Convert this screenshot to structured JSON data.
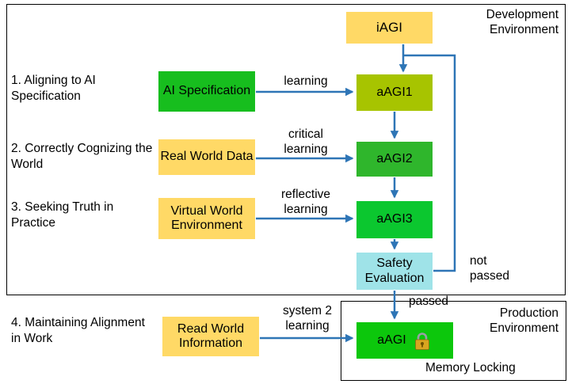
{
  "regions": {
    "development": {
      "label": "Development Environment"
    },
    "production": {
      "label": "Production Environment",
      "memory_locking": "Memory Locking"
    }
  },
  "nodes": {
    "iagi": {
      "label": "iAGI"
    },
    "ai_specification": {
      "label": "AI Specification"
    },
    "real_world_data": {
      "label": "Real World Data"
    },
    "virtual_world_environment": {
      "label": "Virtual World Environment"
    },
    "read_world_information": {
      "label": "Read World Information"
    },
    "aagi1": {
      "label": "aAGI1"
    },
    "aagi2": {
      "label": "aAGI2"
    },
    "aagi3": {
      "label": "aAGI3"
    },
    "safety_evaluation": {
      "label": "Safety Evaluation"
    },
    "aagi_production": {
      "label": "aAGI"
    }
  },
  "steps": {
    "step1": "1. Aligning to AI Specification",
    "step2": "2. Correctly Cognizing the World",
    "step3": "3. Seeking Truth in Practice",
    "step4": "4. Maintaining Alignment in Work"
  },
  "edges": {
    "learning": "learning",
    "critical_learning": "critical learning",
    "reflective_learning": "reflective learning",
    "system2_learning": "system 2 learning",
    "passed": "passed",
    "not_passed": "not passed"
  },
  "icons": {
    "lock": "lock-icon"
  },
  "colors": {
    "arrow_blue": "#2E75B6",
    "yellow_box": "#FFD966",
    "green_ai_specification": "#17BE1E",
    "green_aagi1": "#A7C400",
    "green_aagi2": "#2FB62C",
    "green_aagi3": "#0BC72F",
    "green_aagi_production": "#0CC70C",
    "cyan_safety_evaluation": "#9FE3E8",
    "border_black": "#000000"
  }
}
